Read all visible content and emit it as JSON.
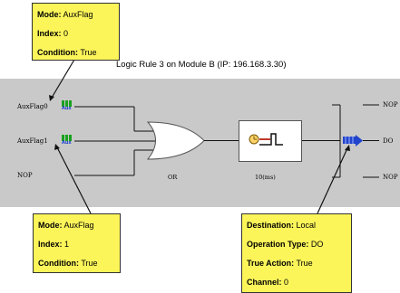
{
  "diagram": {
    "title": "Logic Rule 3 on Module B (IP: 196.168.3.30)",
    "inputs": [
      {
        "label": "AuxFlag0",
        "icon": "aux-flag-icon",
        "icon_text": "Aux"
      },
      {
        "label": "AuxFlag1",
        "icon": "aux-flag-icon",
        "icon_text": "Aux"
      },
      {
        "label": "NOP"
      }
    ],
    "gate_label": "OR",
    "timer_label": "10(ms)",
    "outputs": [
      "NOP",
      "DO",
      "NOP"
    ],
    "colors": {
      "callout_fill": "#fbf55a",
      "panel": "#c9c9c9",
      "aux_icon": "#19a11f",
      "output_icon": "#2244cc"
    }
  },
  "callout_top": {
    "rows": [
      {
        "key": "Mode:",
        "value": "AuxFlag"
      },
      {
        "key": "Index:",
        "value": "0"
      },
      {
        "key": "Condition:",
        "value": "True"
      }
    ]
  },
  "callout_bottom_left": {
    "rows": [
      {
        "key": "Mode:",
        "value": "AuxFlag"
      },
      {
        "key": "Index:",
        "value": "1"
      },
      {
        "key": "Condition:",
        "value": "True"
      }
    ]
  },
  "callout_bottom_right": {
    "rows": [
      {
        "key": "Destination:",
        "value": "Local"
      },
      {
        "key": "Operation Type:",
        "value": "DO"
      },
      {
        "key": "True Action:",
        "value": "True"
      },
      {
        "key": "Channel:",
        "value": "0"
      }
    ]
  }
}
